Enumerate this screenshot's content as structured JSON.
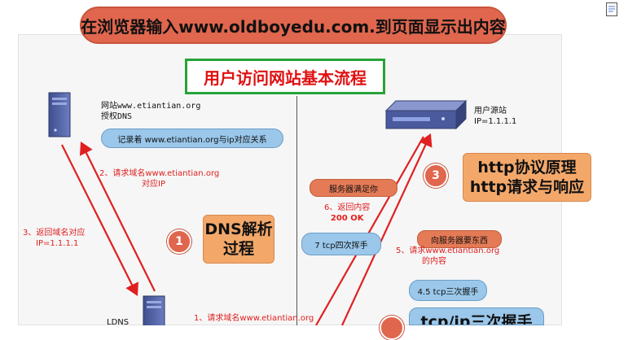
{
  "title_banner": "在浏览器输入www.oldboyedu.com.到页面显示出内容",
  "subtitle": "用户访问网站基本流程",
  "left": {
    "dns_server_label": [
      "网站www.etiantian.org",
      "授权DNS"
    ],
    "record_pill": "记录着 www.etiantian.org与ip对应关系",
    "step2": [
      "2、请求域名www.etiantian.org",
      "对应IP"
    ],
    "step3": [
      "3、返回域名对应",
      "IP=1.1.1.1"
    ],
    "ldns_label": "LDNS",
    "step1": "1、请求域名www.etiantian.org",
    "circle1": "1",
    "dns_box": [
      "DNS解析",
      "过程"
    ]
  },
  "right": {
    "server_label": [
      "用户源站",
      "IP=1.1.1.1"
    ],
    "circle3": "3",
    "http_box": [
      "http协议原理",
      "http请求与响应"
    ],
    "pill_server_satisfy": "服务器满足你",
    "step6": [
      "6、返回内容",
      "200 OK"
    ],
    "pill_tcp4": "7 tcp四次挥手",
    "pill_request": "向服务器要东西",
    "step5": [
      "5、请求www.etiantian.org",
      "的内容"
    ],
    "pill_tcp3": "4.5 tcp三次握手",
    "tcp_box": "tcp/ip三次握手"
  },
  "colors": {
    "banner": "#e0664e",
    "subtitle_border": "#25a435",
    "subtitle_text": "#e01010",
    "arrow": "#e02020",
    "pill_blue": "#9ac7ea",
    "pill_orange": "#e47a56",
    "box_orange": "#f3a86a"
  },
  "icons": [
    "server-tower-icon",
    "network-server-icon",
    "document-icon"
  ]
}
